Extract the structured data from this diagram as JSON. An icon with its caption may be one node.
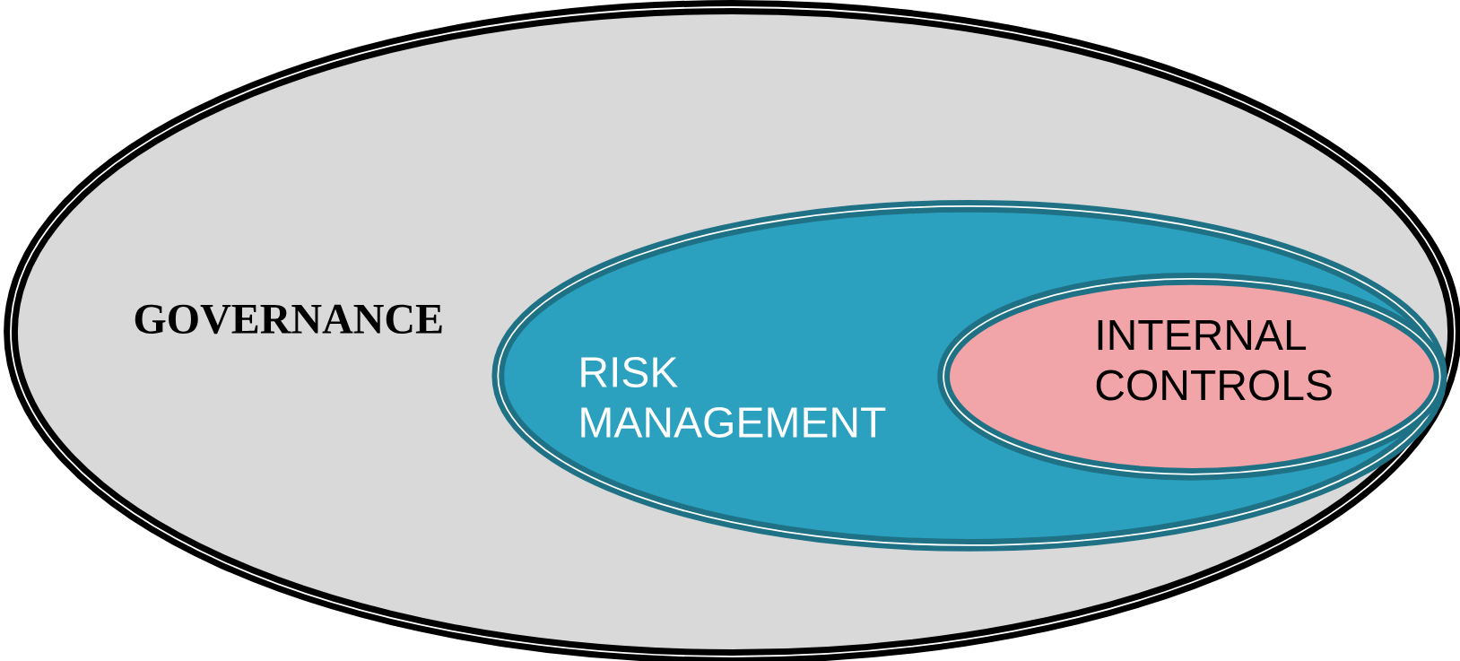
{
  "diagram": {
    "nodes": [
      {
        "text": [
          "GOVERNANCE"
        ]
      },
      {
        "text": [
          "RISK MANAGEMENT"
        ],
        "in": 0
      },
      {
        "text": [
          "INTERNAL CONTROLS"
        ],
        "in": 1
      }
    ]
  }
}
